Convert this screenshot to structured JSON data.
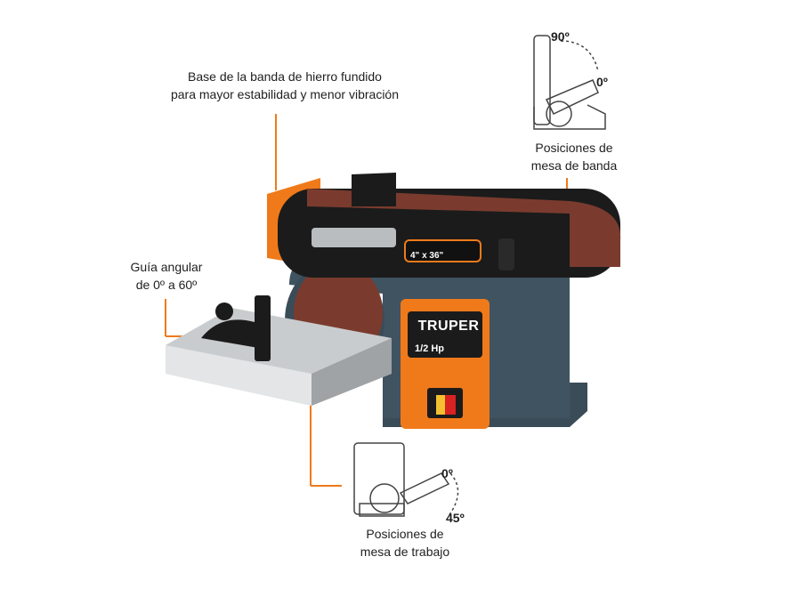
{
  "labels": {
    "base_line1": "Base de la banda de hierro fundido",
    "base_line2": "para mayor estabilidad y menor vibración",
    "guia_line1": "Guía angular",
    "guia_line2": "de 0º a 60º",
    "banda_line1": "Posiciones de",
    "banda_line2": "mesa de banda",
    "trabajo_line1": "Posiciones de",
    "trabajo_line2": "mesa de trabajo"
  },
  "degrees": {
    "banda_top": "90º",
    "banda_bottom": "0º",
    "trabajo_top": "0º",
    "trabajo_bottom": "45º"
  },
  "product": {
    "brand": "TRUPER",
    "power": "1/2 Hp",
    "belt_size": "4\" x 36\""
  },
  "colors": {
    "accent": "#f07a1a",
    "body": "#3d4f5c",
    "belt": "#7a3b2e",
    "black": "#1a1a1a",
    "table": "#c9ccce"
  }
}
